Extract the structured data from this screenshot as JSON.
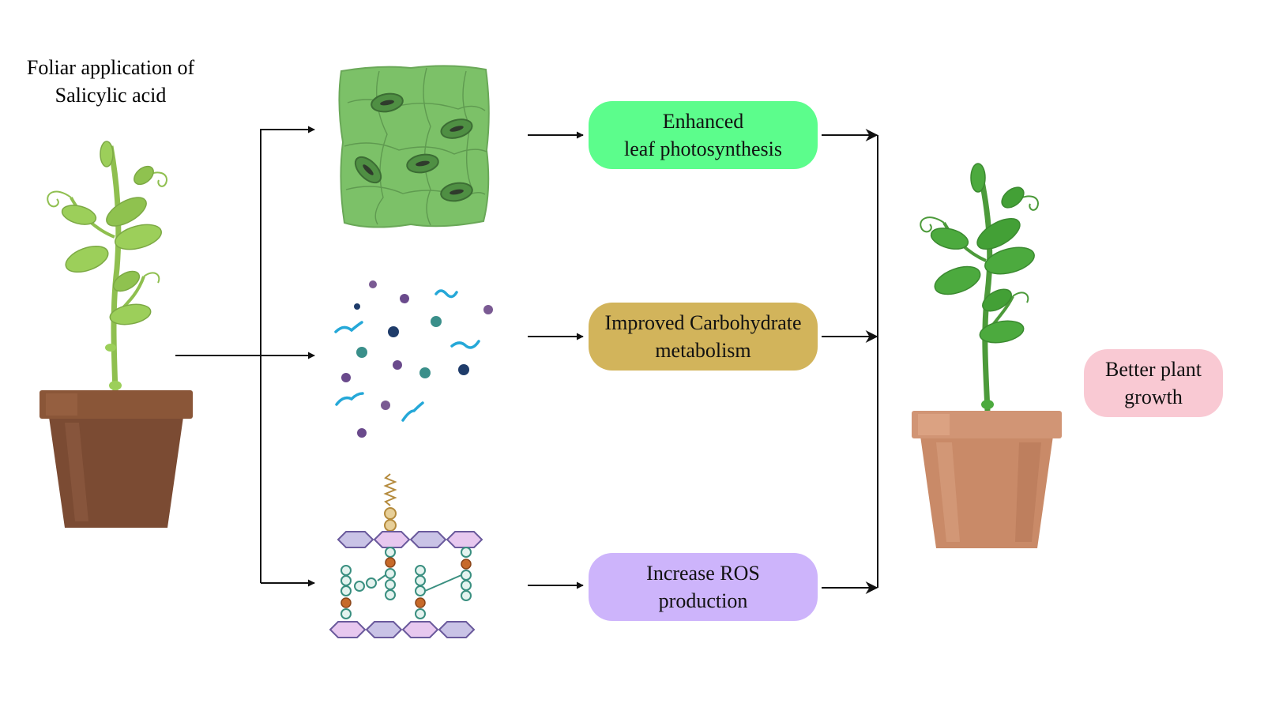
{
  "input_label": {
    "line1": "Foliar application of",
    "line2": "Salicylic acid"
  },
  "effects": [
    {
      "line1": "Enhanced",
      "line2": "leaf photosynthesis",
      "color": "#5cfd8c"
    },
    {
      "line1": "Improved Carbohydrate",
      "line2": "metabolism",
      "color": "#d2b45b"
    },
    {
      "line1": "Increase ROS",
      "line2": "production",
      "color": "#cdb4fb"
    }
  ],
  "outcome": {
    "line1": "Better plant",
    "line2": "growth",
    "color": "#f9c9d3"
  },
  "colors": {
    "arrow": "#111111",
    "leaf_young": "#9ccf5a",
    "leaf_mature": "#4caa3e",
    "pot_dark": "#7b4b33",
    "pot_light": "#c98a68",
    "tissue": "#7cc168"
  }
}
